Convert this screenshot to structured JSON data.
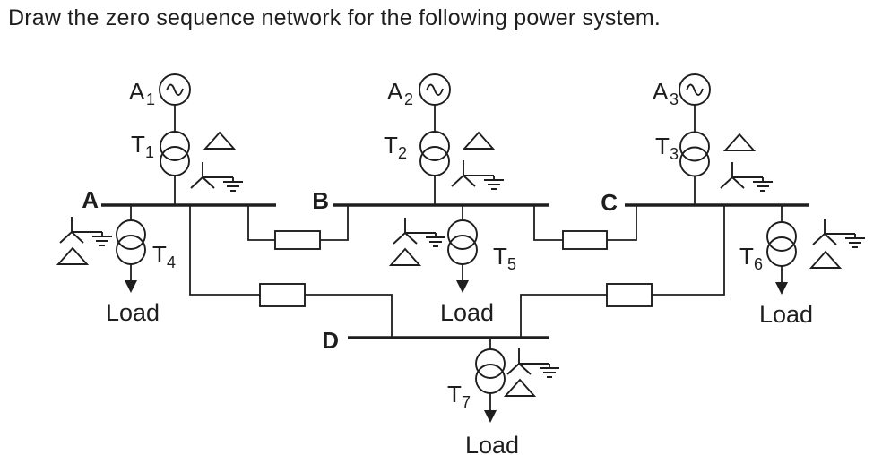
{
  "colors": {
    "ink": "#1e1e1e",
    "background": "#ffffff"
  },
  "title": "Draw the zero sequence network for the following power system.",
  "buses": [
    {
      "label": "A"
    },
    {
      "label": "B"
    },
    {
      "label": "C"
    },
    {
      "label": "D"
    }
  ],
  "generators": [
    {
      "base": "A",
      "sub": "1"
    },
    {
      "base": "A",
      "sub": "2"
    },
    {
      "base": "A",
      "sub": "3"
    }
  ],
  "transformers": [
    {
      "base": "T",
      "sub": "1",
      "winding_symbols": [
        "delta",
        "wye-grounded"
      ]
    },
    {
      "base": "T",
      "sub": "2",
      "winding_symbols": [
        "delta",
        "wye-grounded"
      ]
    },
    {
      "base": "T",
      "sub": "3",
      "winding_symbols": [
        "delta",
        "wye-grounded"
      ]
    },
    {
      "base": "T",
      "sub": "4",
      "winding_symbols": [
        "wye-grounded",
        "delta"
      ]
    },
    {
      "base": "T",
      "sub": "5",
      "winding_symbols": [
        "wye-grounded",
        "delta"
      ]
    },
    {
      "base": "T",
      "sub": "6",
      "winding_symbols": [
        "wye-grounded",
        "delta"
      ]
    },
    {
      "base": "T",
      "sub": "7",
      "winding_symbols": [
        "wye-grounded",
        "delta"
      ]
    }
  ],
  "loads": [
    {
      "label": "Load"
    },
    {
      "label": "Load"
    },
    {
      "label": "Load"
    },
    {
      "label": "Load"
    }
  ]
}
